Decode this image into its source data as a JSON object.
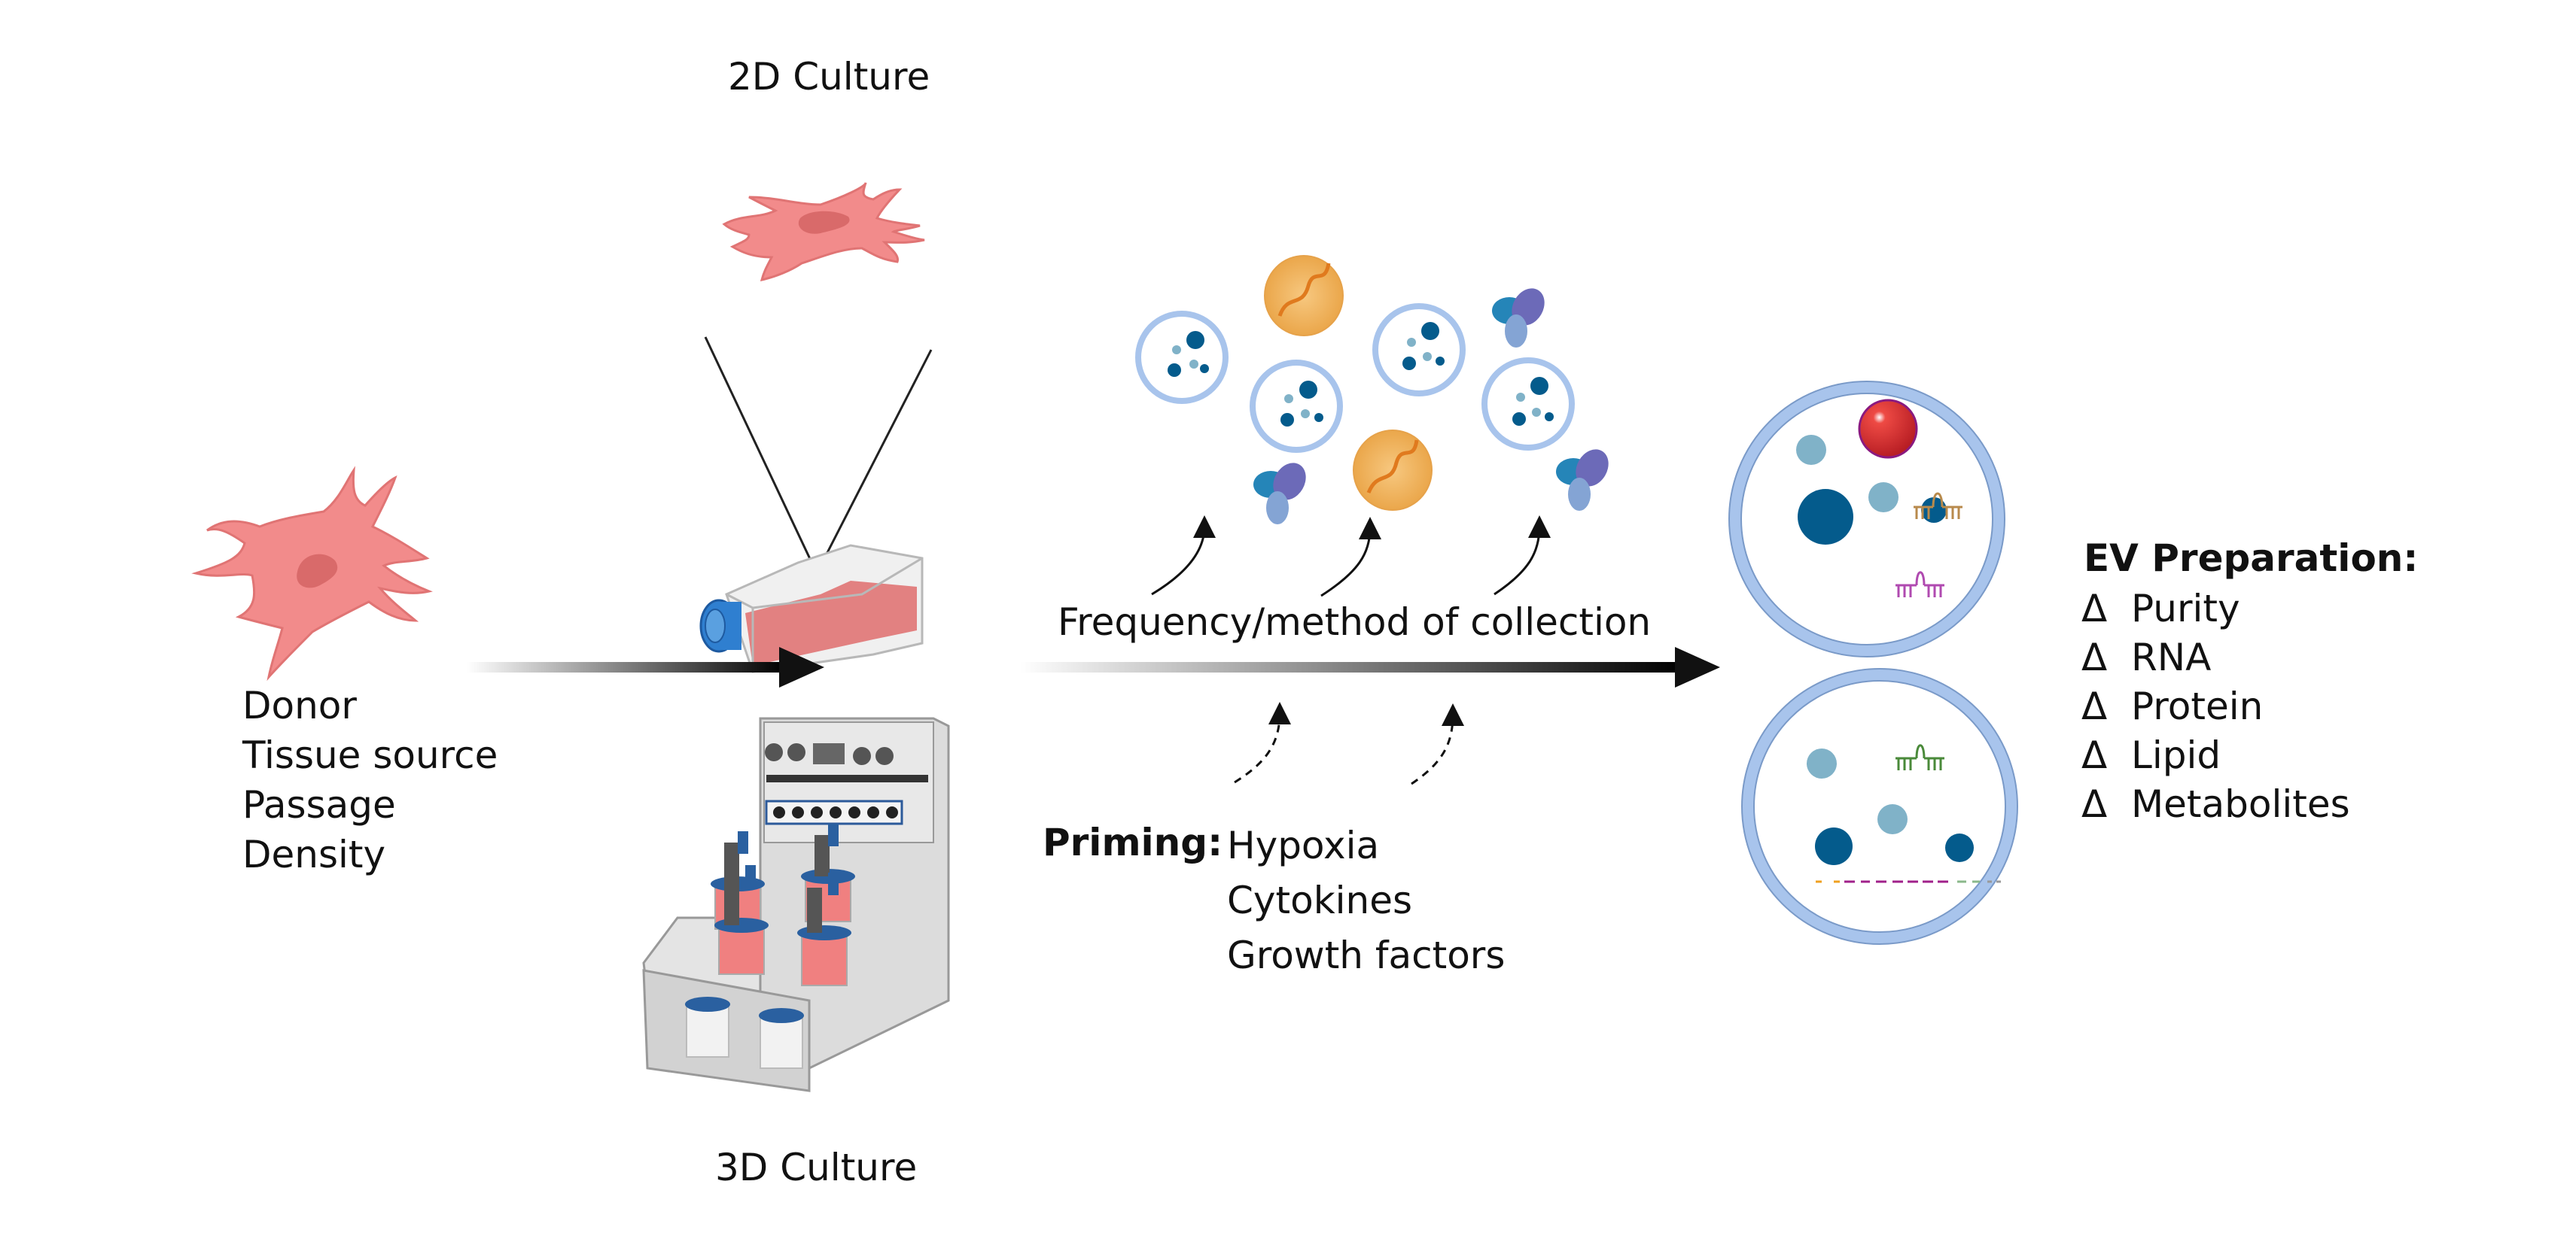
{
  "labels": {
    "culture_2d": "2D Culture",
    "culture_3d": "3D Culture",
    "collection": "Frequency/method of collection",
    "priming_title": "Priming:",
    "ev_title": "EV Preparation:"
  },
  "source_factors": [
    "Donor",
    "Tissue source",
    "Passage",
    "Density"
  ],
  "priming_items": [
    "Hypoxia",
    "Cytokines",
    "Growth factors"
  ],
  "ev_items": [
    {
      "symbol": "Δ",
      "label": "Purity"
    },
    {
      "symbol": "Δ",
      "label": "RNA"
    },
    {
      "symbol": "Δ",
      "label": "Protein"
    },
    {
      "symbol": "Δ",
      "label": "Lipid"
    },
    {
      "symbol": "Δ",
      "label": "Metabolites"
    }
  ],
  "colors": {
    "cell": "#f28b8b",
    "cell_nucleus": "#d96a6a",
    "vesicle_membrane": "#a8c4ec",
    "cargo_dark": "#045b8c",
    "cargo_light": "#80b2c8",
    "lipoprotein": "#efaa50",
    "cap_blue": "#2f7fd0",
    "antibody_a": "#2585b8",
    "antibody_b": "#6c6ab8",
    "antibody_c": "#84a4d4",
    "rna_orange": "#b88a4c",
    "rna_magenta": "#b04ab0",
    "rna_green": "#4a8a3a",
    "red_particle": "#e23a3a"
  }
}
